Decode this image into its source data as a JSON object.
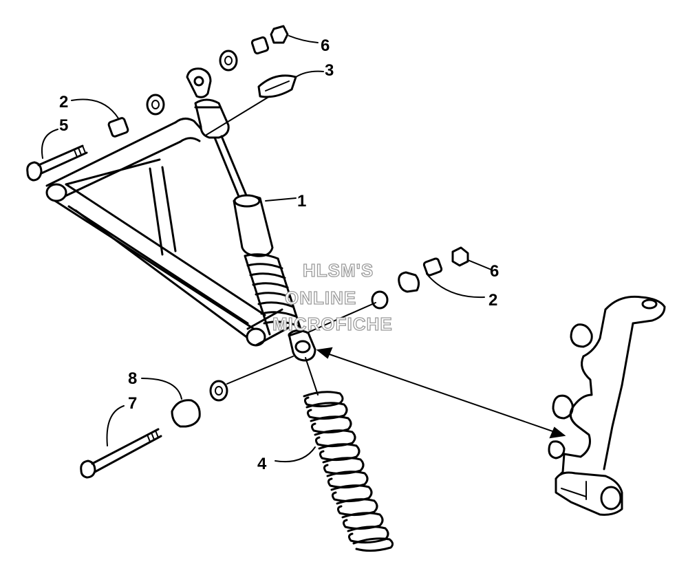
{
  "watermark": {
    "line1": "HLSM'S",
    "line2": "ONLINE",
    "line3": "MICROFICHE"
  },
  "callouts": [
    {
      "id": "c1",
      "label": "1"
    },
    {
      "id": "c2a",
      "label": "2"
    },
    {
      "id": "c2b",
      "label": "2"
    },
    {
      "id": "c3",
      "label": "3"
    },
    {
      "id": "c4",
      "label": "4"
    },
    {
      "id": "c5",
      "label": "5"
    },
    {
      "id": "c6a",
      "label": "6"
    },
    {
      "id": "c6b",
      "label": "6"
    },
    {
      "id": "c7",
      "label": "7"
    },
    {
      "id": "c8",
      "label": "8"
    }
  ],
  "colors": {
    "line": "#000000",
    "background": "#ffffff",
    "watermark_outline": "#9a9a9a"
  }
}
